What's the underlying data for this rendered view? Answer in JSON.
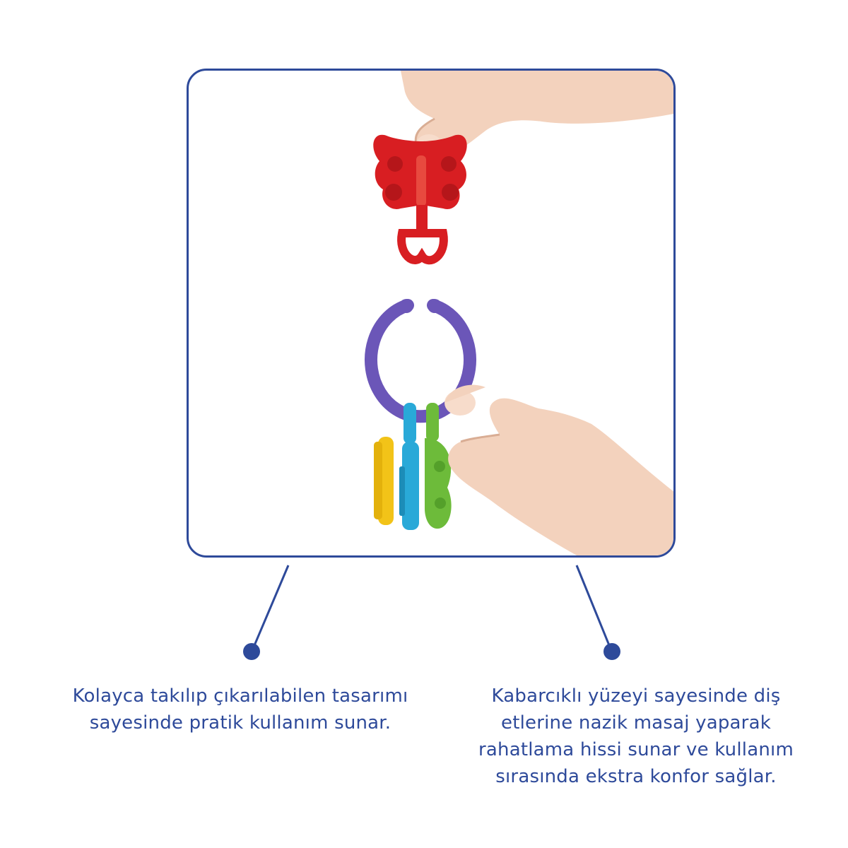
{
  "colors": {
    "accent": "#2e4a9a",
    "butterfly_red": "#d81e22",
    "ring_purple": "#6b56b8",
    "key_yellow": "#f2c318",
    "key_blue": "#29a9d8",
    "key_green": "#6dbb3a",
    "skin": "#f3d2bd"
  },
  "image": {
    "subject": "teether-keys-being-attached-to-ring"
  },
  "captions": {
    "left": {
      "lines": [
        "Kolayca takılıp çıkarılabilen tasarımı",
        "sayesinde pratik kullanım sunar."
      ]
    },
    "right": {
      "lines": [
        "Kabarcıklı yüzeyi sayesinde diş",
        "etlerine nazik masaj yaparak",
        "rahatlama hissi sunar ve kullanım",
        "sırasında ekstra konfor sağlar."
      ]
    }
  }
}
